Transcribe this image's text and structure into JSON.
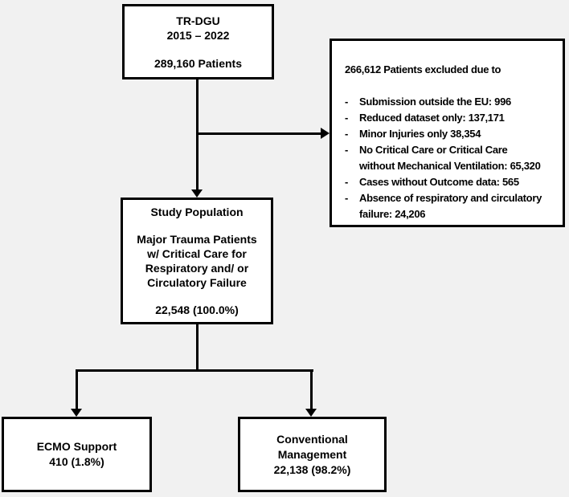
{
  "diagram": {
    "colors": {
      "background": "#f1f1f1",
      "box_fill": "#ffffff",
      "box_border": "#000000",
      "text": "#000000"
    },
    "top_box": {
      "title": "TR-DGU\n2015 – 2022",
      "count": "289,160 Patients"
    },
    "exclusion_box": {
      "header": "266,612 Patients excluded due to",
      "dash": "-",
      "items": [
        "Submission outside the EU: 996",
        "Reduced dataset only: 137,171",
        "Minor Injuries only 38,354",
        "No Critical Care or Critical Care\nwithout Mechanical Ventilation: 65,320",
        "Cases without Outcome data: 565",
        "Absence of respiratory and circulatory\nfailure: 24,206"
      ]
    },
    "study_box": {
      "title": "Study Population",
      "description": "Major Trauma Patients\nw/ Critical Care for\nRespiratory and/ or\nCirculatory Failure",
      "count": "22,548 (100.0%)"
    },
    "ecmo_box": {
      "label": "ECMO Support",
      "count": "410 (1.8%)"
    },
    "conventional_box": {
      "label": "Conventional\nManagement",
      "count": "22,138 (98.2%)"
    }
  }
}
